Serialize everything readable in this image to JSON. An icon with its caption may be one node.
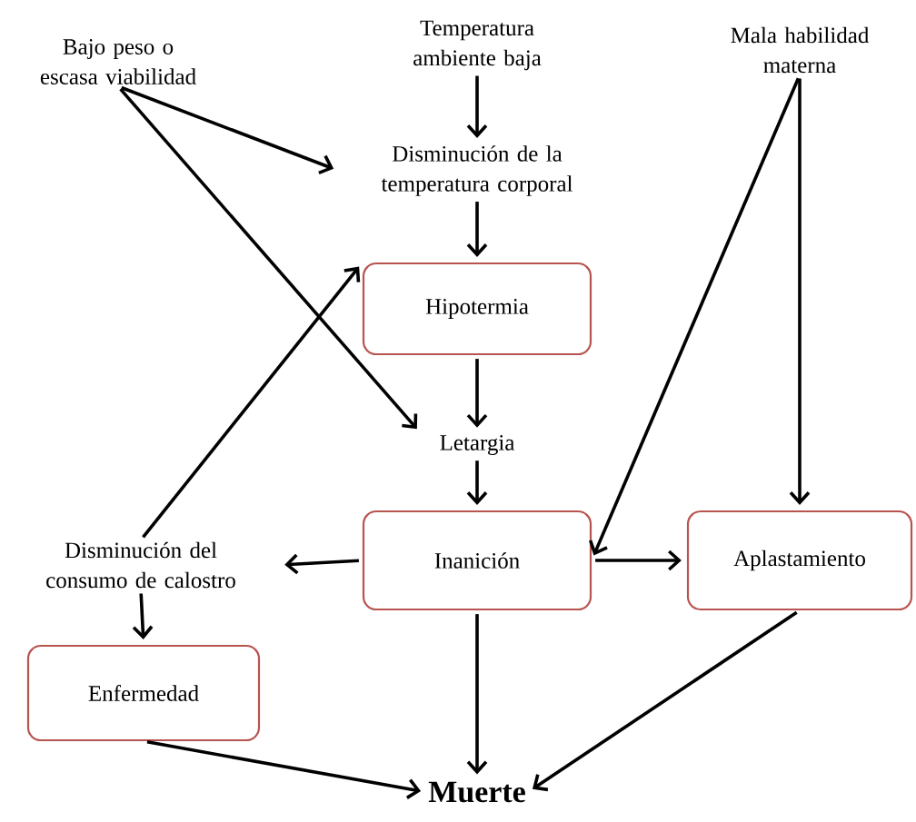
{
  "diagram": {
    "nodes": [
      {
        "text": [
          "Bajo peso o escasa viabilidad"
        ]
      },
      {
        "text": [
          "Temperatura ambiente baja"
        ]
      },
      {
        "text": [
          "Mala habilidad materna"
        ]
      },
      {
        "text": [
          "Disminución de la temperatura corporal"
        ]
      },
      {
        "text": [
          "Hipotermia"
        ]
      },
      {
        "text": [
          "Letargia"
        ]
      },
      {
        "text": [
          "Disminución del consumo de calostro"
        ]
      },
      {
        "text": [
          "Inanición"
        ]
      },
      {
        "text": [
          "Aplastamiento"
        ]
      },
      {
        "text": [
          "Enfermedad"
        ]
      },
      {
        "text": [
          "Muerte"
        ]
      }
    ],
    "edges": [
      {
        "from": 0,
        "to": 3,
        "arrow": "to"
      },
      {
        "from": 0,
        "to": 5,
        "arrow": "to"
      },
      {
        "from": 1,
        "to": 3,
        "arrow": "to"
      },
      {
        "from": 3,
        "to": 4,
        "arrow": "to"
      },
      {
        "from": 4,
        "to": 5,
        "arrow": "to"
      },
      {
        "from": 5,
        "to": 7,
        "arrow": "to"
      },
      {
        "from": 6,
        "to": 4,
        "arrow": "to"
      },
      {
        "from": 7,
        "to": 6,
        "arrow": "to"
      },
      {
        "from": 6,
        "to": 9,
        "arrow": "to"
      },
      {
        "from": 2,
        "to": 7,
        "arrow": "to"
      },
      {
        "from": 2,
        "to": 8,
        "arrow": "to"
      },
      {
        "from": 7,
        "to": 8,
        "arrow": "to"
      },
      {
        "from": 7,
        "to": 10,
        "arrow": "to"
      },
      {
        "from": 9,
        "to": 10,
        "arrow": "to"
      },
      {
        "from": 8,
        "to": 10,
        "arrow": "to"
      }
    ]
  }
}
